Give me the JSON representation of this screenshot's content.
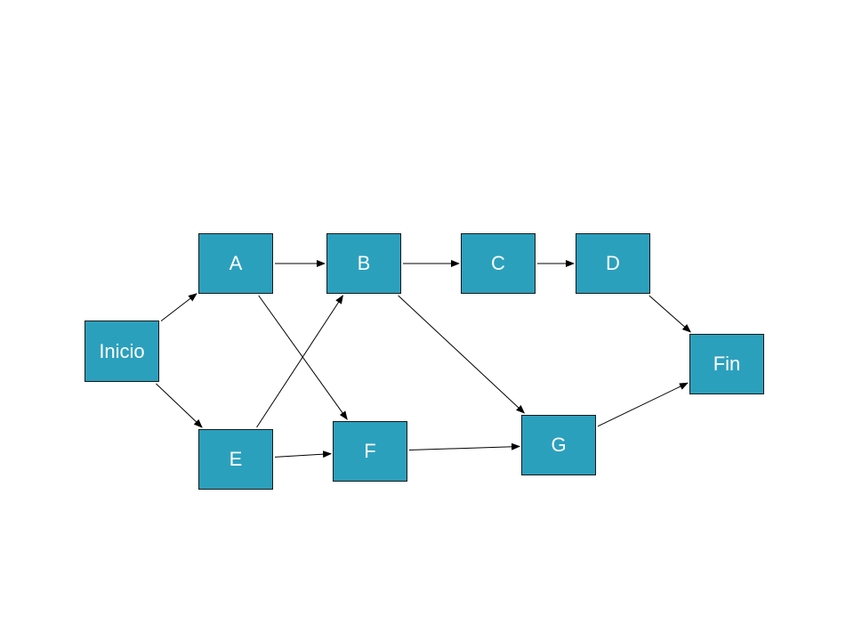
{
  "colors": {
    "node_fill": "#2ba0bd",
    "node_border": "#1a1a1a",
    "node_text": "#ffffff",
    "edge": "#000000"
  },
  "nodes": {
    "inicio": "Inicio",
    "a": "A",
    "b": "B",
    "c": "C",
    "d": "D",
    "e": "E",
    "f": "F",
    "g": "G",
    "fin": "Fin"
  },
  "edges": [
    {
      "from": "inicio",
      "to": "a"
    },
    {
      "from": "inicio",
      "to": "e"
    },
    {
      "from": "a",
      "to": "b"
    },
    {
      "from": "a",
      "to": "f"
    },
    {
      "from": "e",
      "to": "b"
    },
    {
      "from": "e",
      "to": "f"
    },
    {
      "from": "b",
      "to": "c"
    },
    {
      "from": "b",
      "to": "g"
    },
    {
      "from": "c",
      "to": "d"
    },
    {
      "from": "d",
      "to": "fin"
    },
    {
      "from": "f",
      "to": "g"
    },
    {
      "from": "g",
      "to": "fin"
    }
  ]
}
